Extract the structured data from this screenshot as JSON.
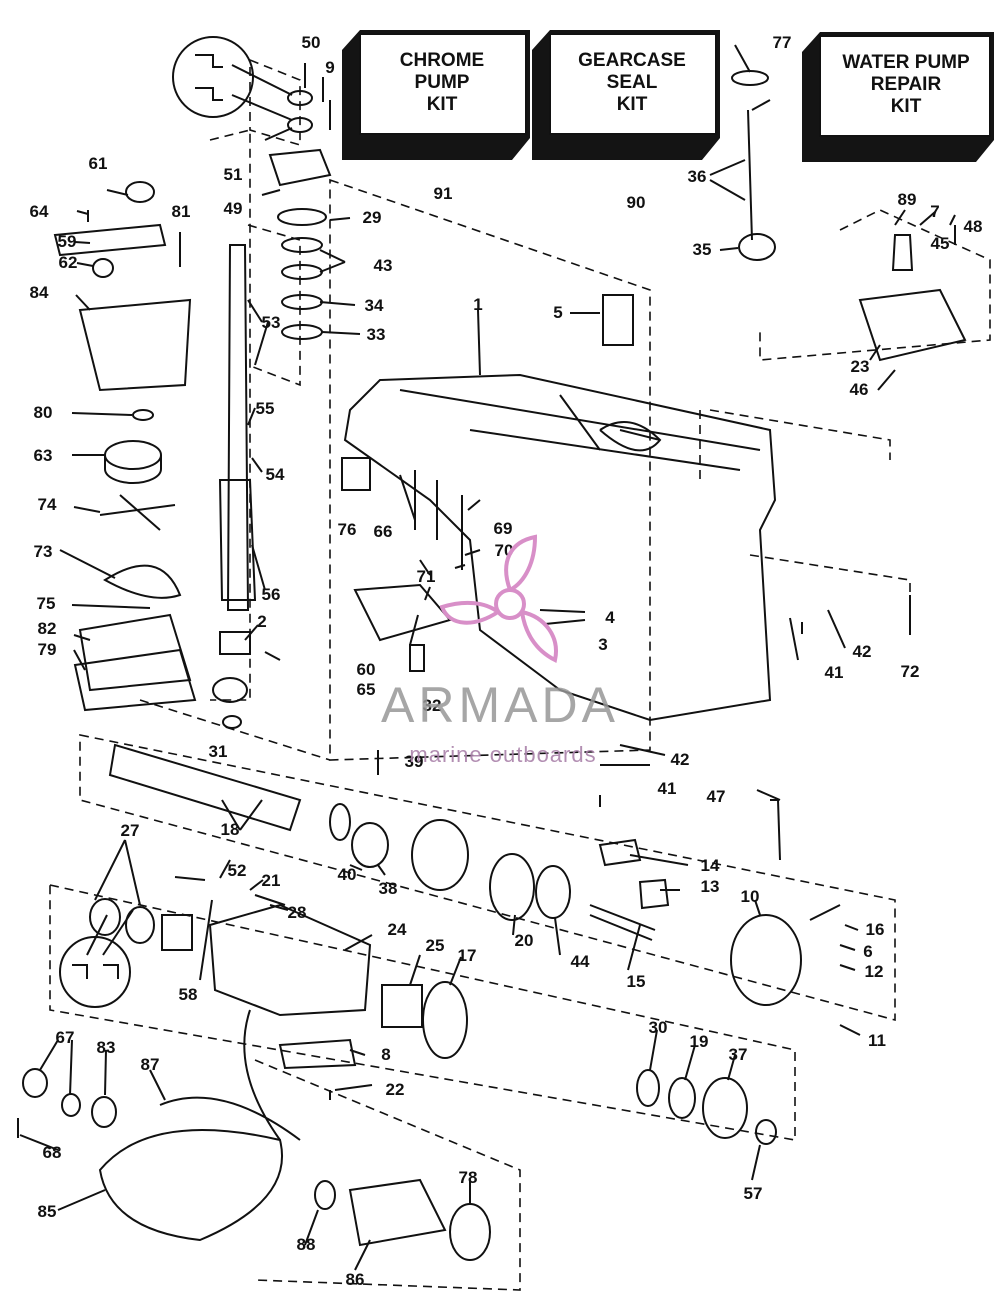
{
  "kits": [
    {
      "id": "chrome-pump",
      "label": "CHROME\nPUMP\nKIT",
      "ref": "91"
    },
    {
      "id": "gearcase-seal",
      "label": "GEARCASE\nSEAL\nKIT",
      "ref": "90"
    },
    {
      "id": "water-pump-repair",
      "label": "WATER PUMP\nREPAIR\nKIT",
      "ref": "89"
    }
  ],
  "callouts": [
    "1",
    "2",
    "3",
    "4",
    "5",
    "6",
    "7",
    "8",
    "9",
    "10",
    "11",
    "12",
    "13",
    "14",
    "15",
    "16",
    "17",
    "18",
    "19",
    "20",
    "21",
    "22",
    "23",
    "24",
    "25",
    "27",
    "28",
    "29",
    "30",
    "31",
    "32",
    "33",
    "34",
    "35",
    "36",
    "37",
    "38",
    "39",
    "40",
    "41",
    "41",
    "42",
    "42",
    "43",
    "44",
    "45",
    "46",
    "47",
    "48",
    "49",
    "50",
    "51",
    "52",
    "53",
    "54",
    "55",
    "56",
    "57",
    "58",
    "59",
    "60",
    "61",
    "62",
    "63",
    "64",
    "65",
    "66",
    "67",
    "68",
    "69",
    "70",
    "71",
    "72",
    "73",
    "74",
    "75",
    "76",
    "77",
    "78",
    "79",
    "80",
    "81",
    "82",
    "83",
    "84",
    "85",
    "86",
    "87",
    "88"
  ],
  "watermark": {
    "brand": "ARMADA",
    "tagline": "marine outboards",
    "logo_color": "#d88fc8"
  },
  "colors": {
    "ink": "#111111",
    "box_side": "#141414",
    "box_face": "#ffffff"
  }
}
